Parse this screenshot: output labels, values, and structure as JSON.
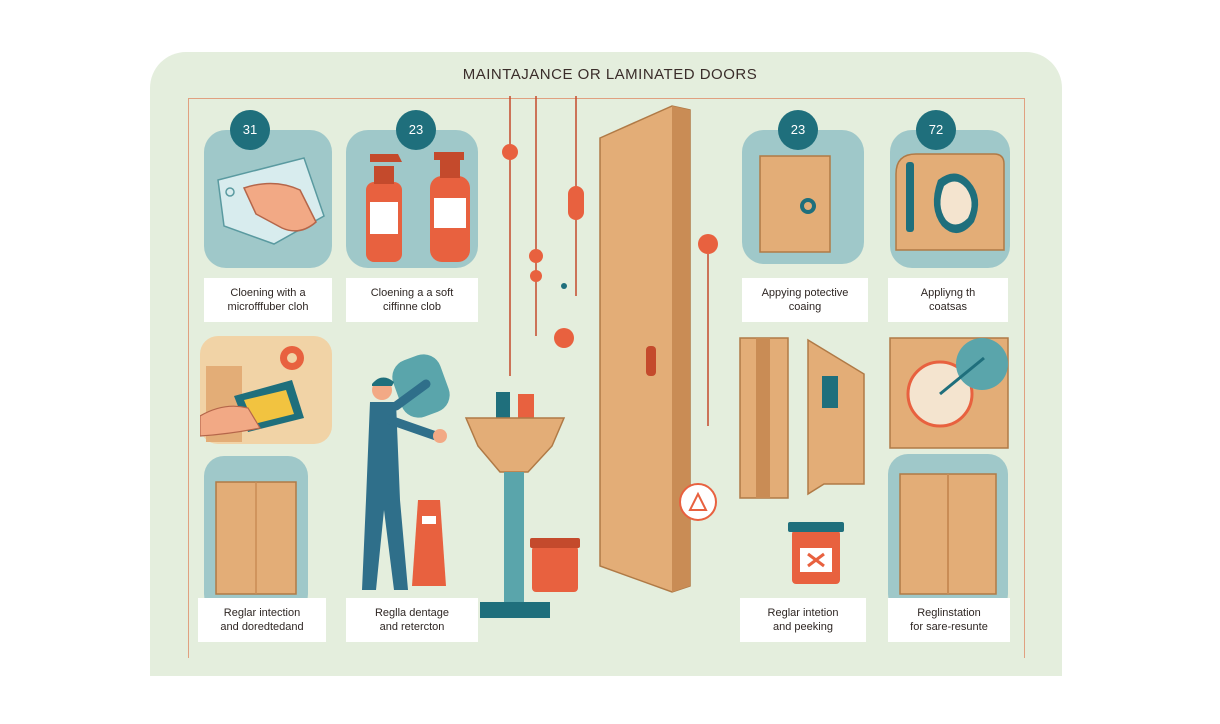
{
  "title": "MAINTAJANCE OR LAMINATED DOORS",
  "badges": [
    "31",
    "23",
    "23",
    "72"
  ],
  "captions": {
    "c1": "Cloening with a\nmicrofffuber cloh",
    "c2": "Cloening a a soft\nciffinne clob",
    "c3": "Appying potective\ncoaing",
    "c4": "Appliyng th\ncoatsas",
    "c5": "Reglar intection\nand doredtedand",
    "c6": "Reglla dentage\nand retercton",
    "c7": "Reglar intetion\nand peeking",
    "c8": "Reglinstation\nfor sare-resunte"
  },
  "colors": {
    "background": "#e4eedd",
    "teal": "#1f6f7c",
    "tile": "#9fc8c9",
    "wood": "#e3ad77",
    "orange": "#e8613f",
    "line": "#e0a080"
  }
}
